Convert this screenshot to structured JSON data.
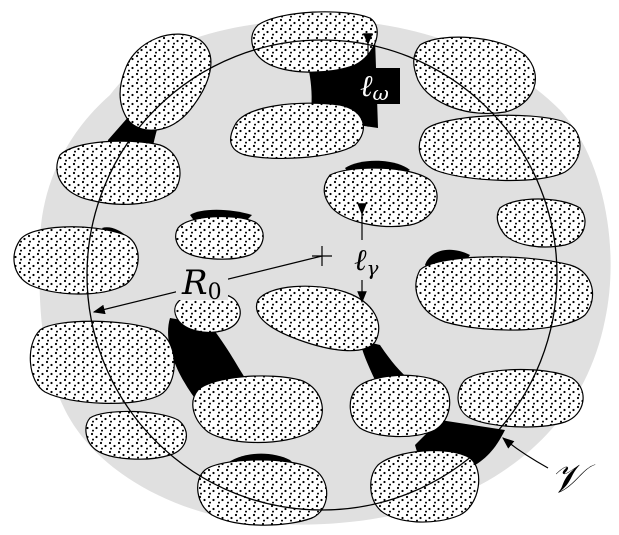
{
  "labels": {
    "radius": "R",
    "radius_subscript": "0",
    "length_omega": "ℓ",
    "length_omega_subscript": "ω",
    "length_gamma": "ℓ",
    "length_gamma_subscript": "γ",
    "volume": "𝒱"
  },
  "colors": {
    "background_region": "#e0e0e0",
    "grain_fill": "#ffffff",
    "grain_dots": "#000000",
    "bridge_fill": "#000000",
    "outline": "#000000"
  }
}
